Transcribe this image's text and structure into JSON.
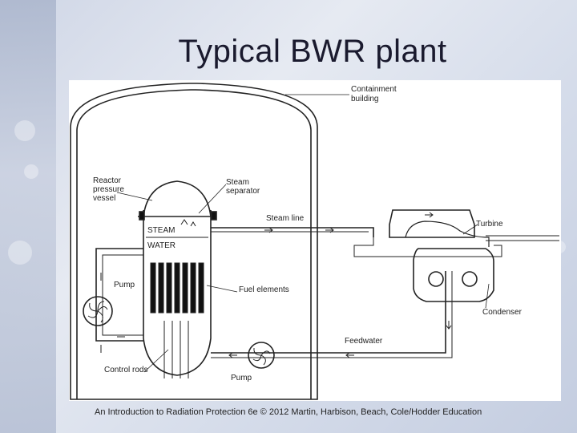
{
  "slide": {
    "title": "Typical BWR plant",
    "footer": "An Introduction to Radiation Protection 6e © 2012 Martin, Harbison, Beach, Cole/Hodder Education"
  },
  "diagram": {
    "labels": {
      "containment": [
        "Containment",
        "building"
      ],
      "reactor_vessel": [
        "Reactor",
        "pressure",
        "vessel"
      ],
      "steam_separator": [
        "Steam",
        "separator"
      ],
      "steam_line": "Steam line",
      "steam": "STEAM",
      "water": "WATER",
      "pump_left": "Pump",
      "fuel_elements": "Fuel elements",
      "control_rods": "Control rods",
      "pump_bottom": "Pump",
      "feedwater": "Feedwater",
      "turbine": "Turbine",
      "condenser": "Condenser"
    }
  },
  "colors": {
    "line": "#222222",
    "panel": "#ffffff"
  }
}
